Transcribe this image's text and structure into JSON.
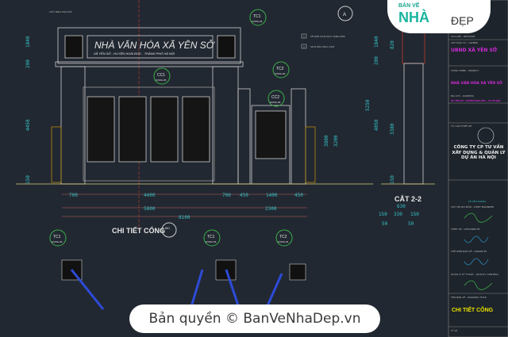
{
  "drawing": {
    "note_label": "CHỮ MIKA MÀU ĐỎ",
    "gate_title": "NHÀ VĂN HÓA XÃ YÊN SỞ",
    "gate_subtitle": "XÃ YÊN SỞ - HUYỆN HOÀI ĐỨC - THÀNH PHỐ HÀ NỘI",
    "legend": [
      "VẼ BẢN SƠN MÀU VÀNG KEM",
      "SƠN MÀU MÀU XÁM"
    ],
    "legend_nums": [
      "1",
      "2"
    ],
    "tags": [
      {
        "code": "TC1",
        "ref": "CONG-03"
      },
      {
        "code": "TC2",
        "ref": "CONG-04"
      },
      {
        "code": "CC1",
        "ref": "CONG-05"
      },
      {
        "code": "CC2",
        "ref": "CONG-06"
      }
    ],
    "section_marker": "A",
    "dims_bottom_row1": [
      "700",
      "4400",
      "700",
      "450",
      "1400",
      "450"
    ],
    "dims_bottom_row2": [
      "5800",
      "2300"
    ],
    "dims_total": "8100",
    "dims_left": [
      "1840",
      "200",
      "4450",
      "150"
    ],
    "dims_right": [
      "1840",
      "200",
      "820",
      "5250",
      "4050",
      "3380",
      "3800",
      "3200",
      "150"
    ],
    "section_title": "CẮT 2-2",
    "section_dims": [
      "630",
      "150",
      "330",
      "150",
      "50",
      "50"
    ],
    "detail_title": "CHI TIẾT CỔNG",
    "detail_marker": "MC",
    "detail_tags": [
      {
        "code": "TC1",
        "ref": "CONG-03"
      },
      {
        "code": "TC1",
        "ref": "CONG-03"
      },
      {
        "code": "TC2",
        "ref": "CONG-04"
      }
    ]
  },
  "title_block": {
    "revision_header": "SỬA ĐỔI - REVISION",
    "owner_label": "CHỦ ĐẦU TƯ - OWNER",
    "owner": "UBND XÃ YÊN SỞ",
    "project_label": "CÔNG TRÌNH - PROJECT",
    "project": "NHÀ VĂN HÓA XÃ YÊN SỞ",
    "address_label": "ĐỊA CHỈ - ADDRESS",
    "address": "XÃ YÊN SỞ - HUYỆN HOÀI ĐỨC - TP. HÀ NỘI",
    "consultant_label": "TƯ VẤN THIẾT KẾ",
    "company": "CÔNG TY CP TƯ VẤN XÂY DỰNG & QUẢN LÝ DỰ ÁN HÀ NỘI",
    "manager_label": "LÊ VĂN THANH",
    "roles": [
      "CHỦ TRÌ BỘ MÔN - CHIEF ENGINEER",
      "THIẾT KẾ - DESIGNED BY",
      "THỂ HIỆN BẢN VẼ - DRAWN BY",
      "QUẢN LÝ KỸ THUẬT - QUALITY CONTROL"
    ],
    "drawing_title_label": "TÊN BẢN VẼ - DRAWING TITLE",
    "drawing_title": "CHI TIẾT CỔNG",
    "sheet_label": "TỶ LỆ"
  },
  "watermark": {
    "text": "Bản quyền © BanVeNhaDep.vn",
    "logo_top": "BẢN VẼ",
    "logo_main": "NHÀ",
    "logo_suffix": "ĐẸP"
  },
  "colors": {
    "background": "#222831",
    "dimension": "#34c3c8",
    "title_block": "#d02ad8",
    "tag": "#3bb04a",
    "highlight": "#e8e000"
  }
}
